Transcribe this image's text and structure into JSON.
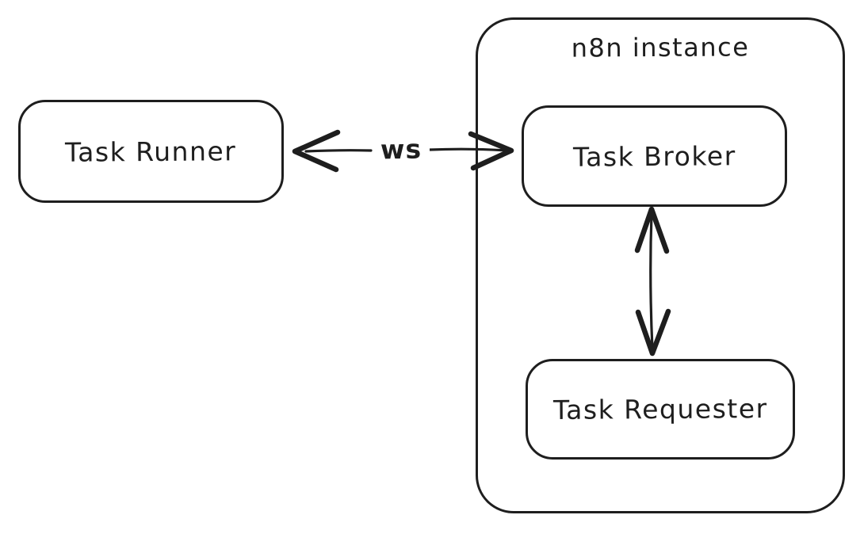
{
  "diagram": {
    "container": {
      "title": "n8n instance"
    },
    "nodes": [
      {
        "id": "task-runner",
        "label": "Task Runner"
      },
      {
        "id": "task-broker",
        "label": "Task Broker",
        "parent": "n8n instance"
      },
      {
        "id": "task-requester",
        "label": "Task Requester",
        "parent": "n8n instance"
      }
    ],
    "edges": [
      {
        "from": "task-runner",
        "to": "task-broker",
        "label": "ws",
        "direction": "bidirectional",
        "orientation": "horizontal"
      },
      {
        "from": "task-broker",
        "to": "task-requester",
        "label": "",
        "direction": "bidirectional",
        "orientation": "vertical"
      }
    ],
    "colors": {
      "stroke": "#1e1e1e",
      "background": "#ffffff"
    }
  }
}
